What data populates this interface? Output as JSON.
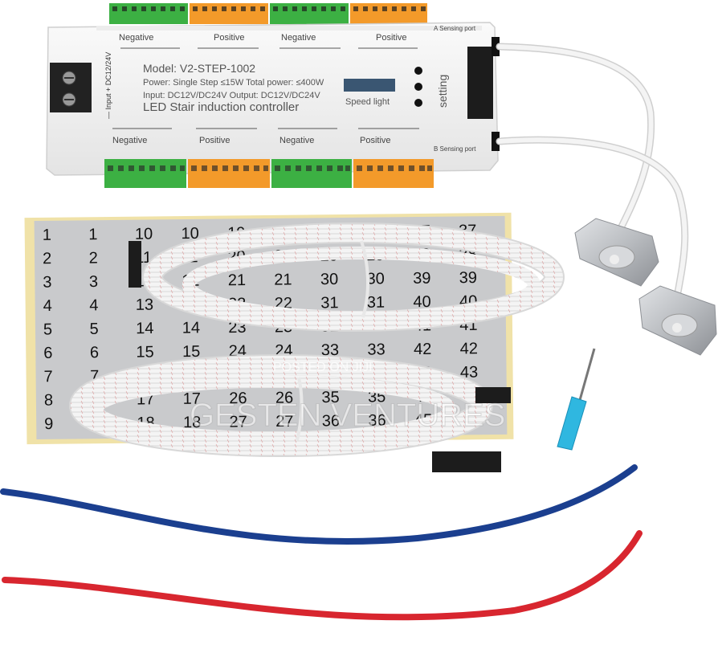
{
  "controller": {
    "top_labels": {
      "sensing_a": "A Sensing port",
      "negative_1": "Negative",
      "positive_1": "Positive",
      "negative_2": "Negative",
      "positive_2": "Positive"
    },
    "model": "Model: V2-STEP-1002",
    "power": "Power: Single Step ≤15W  Total power: ≤400W",
    "input": "Input: DC12V/DC24V  Output: DC12V/DC24V",
    "title": "LED Stair induction controller",
    "speed_label": "Speed light",
    "setting_label": "setting",
    "input_side": "— Input + DC12/24V",
    "bottom_labels": {
      "negative_1": "Negative",
      "positive_1": "Positive",
      "negative_2": "Negative",
      "positive_2": "Positive",
      "sensing_b": "B Sensing port"
    }
  },
  "sticker_sheet": {
    "rows": [
      [
        "1",
        "1",
        "10",
        "10",
        "19",
        "19",
        "28",
        "28",
        "37",
        "37"
      ],
      [
        "2",
        "2",
        "11",
        "11",
        "20",
        "20",
        "29",
        "29",
        "38",
        "38"
      ],
      [
        "3",
        "3",
        "12",
        "12",
        "21",
        "21",
        "30",
        "30",
        "39",
        "39"
      ],
      [
        "4",
        "4",
        "13",
        "13",
        "22",
        "22",
        "31",
        "31",
        "40",
        "40"
      ],
      [
        "5",
        "5",
        "14",
        "14",
        "23",
        "23",
        "32",
        "32",
        "41",
        "41"
      ],
      [
        "6",
        "6",
        "15",
        "15",
        "24",
        "24",
        "33",
        "33",
        "42",
        "42"
      ],
      [
        "7",
        "7",
        "16",
        "16",
        "25",
        "25",
        "34",
        "34",
        "43",
        "43"
      ],
      [
        "8",
        "8",
        "17",
        "17",
        "26",
        "26",
        "35",
        "35",
        "44",
        "44"
      ],
      [
        "9",
        "9",
        "18",
        "18",
        "27",
        "27",
        "36",
        "36",
        "45",
        "45"
      ]
    ]
  },
  "watermark": {
    "posted": "POSTED ON JIJI",
    "brand": "GESTEN VENTURES"
  },
  "colors": {
    "green_terminal": "#3cb043",
    "orange_terminal": "#f39a2a",
    "blue_wire": "#1b3f8f",
    "red_wire": "#d8262f",
    "sensor_metal": "#b9bcc0",
    "screwdriver": "#2fb7e0"
  }
}
